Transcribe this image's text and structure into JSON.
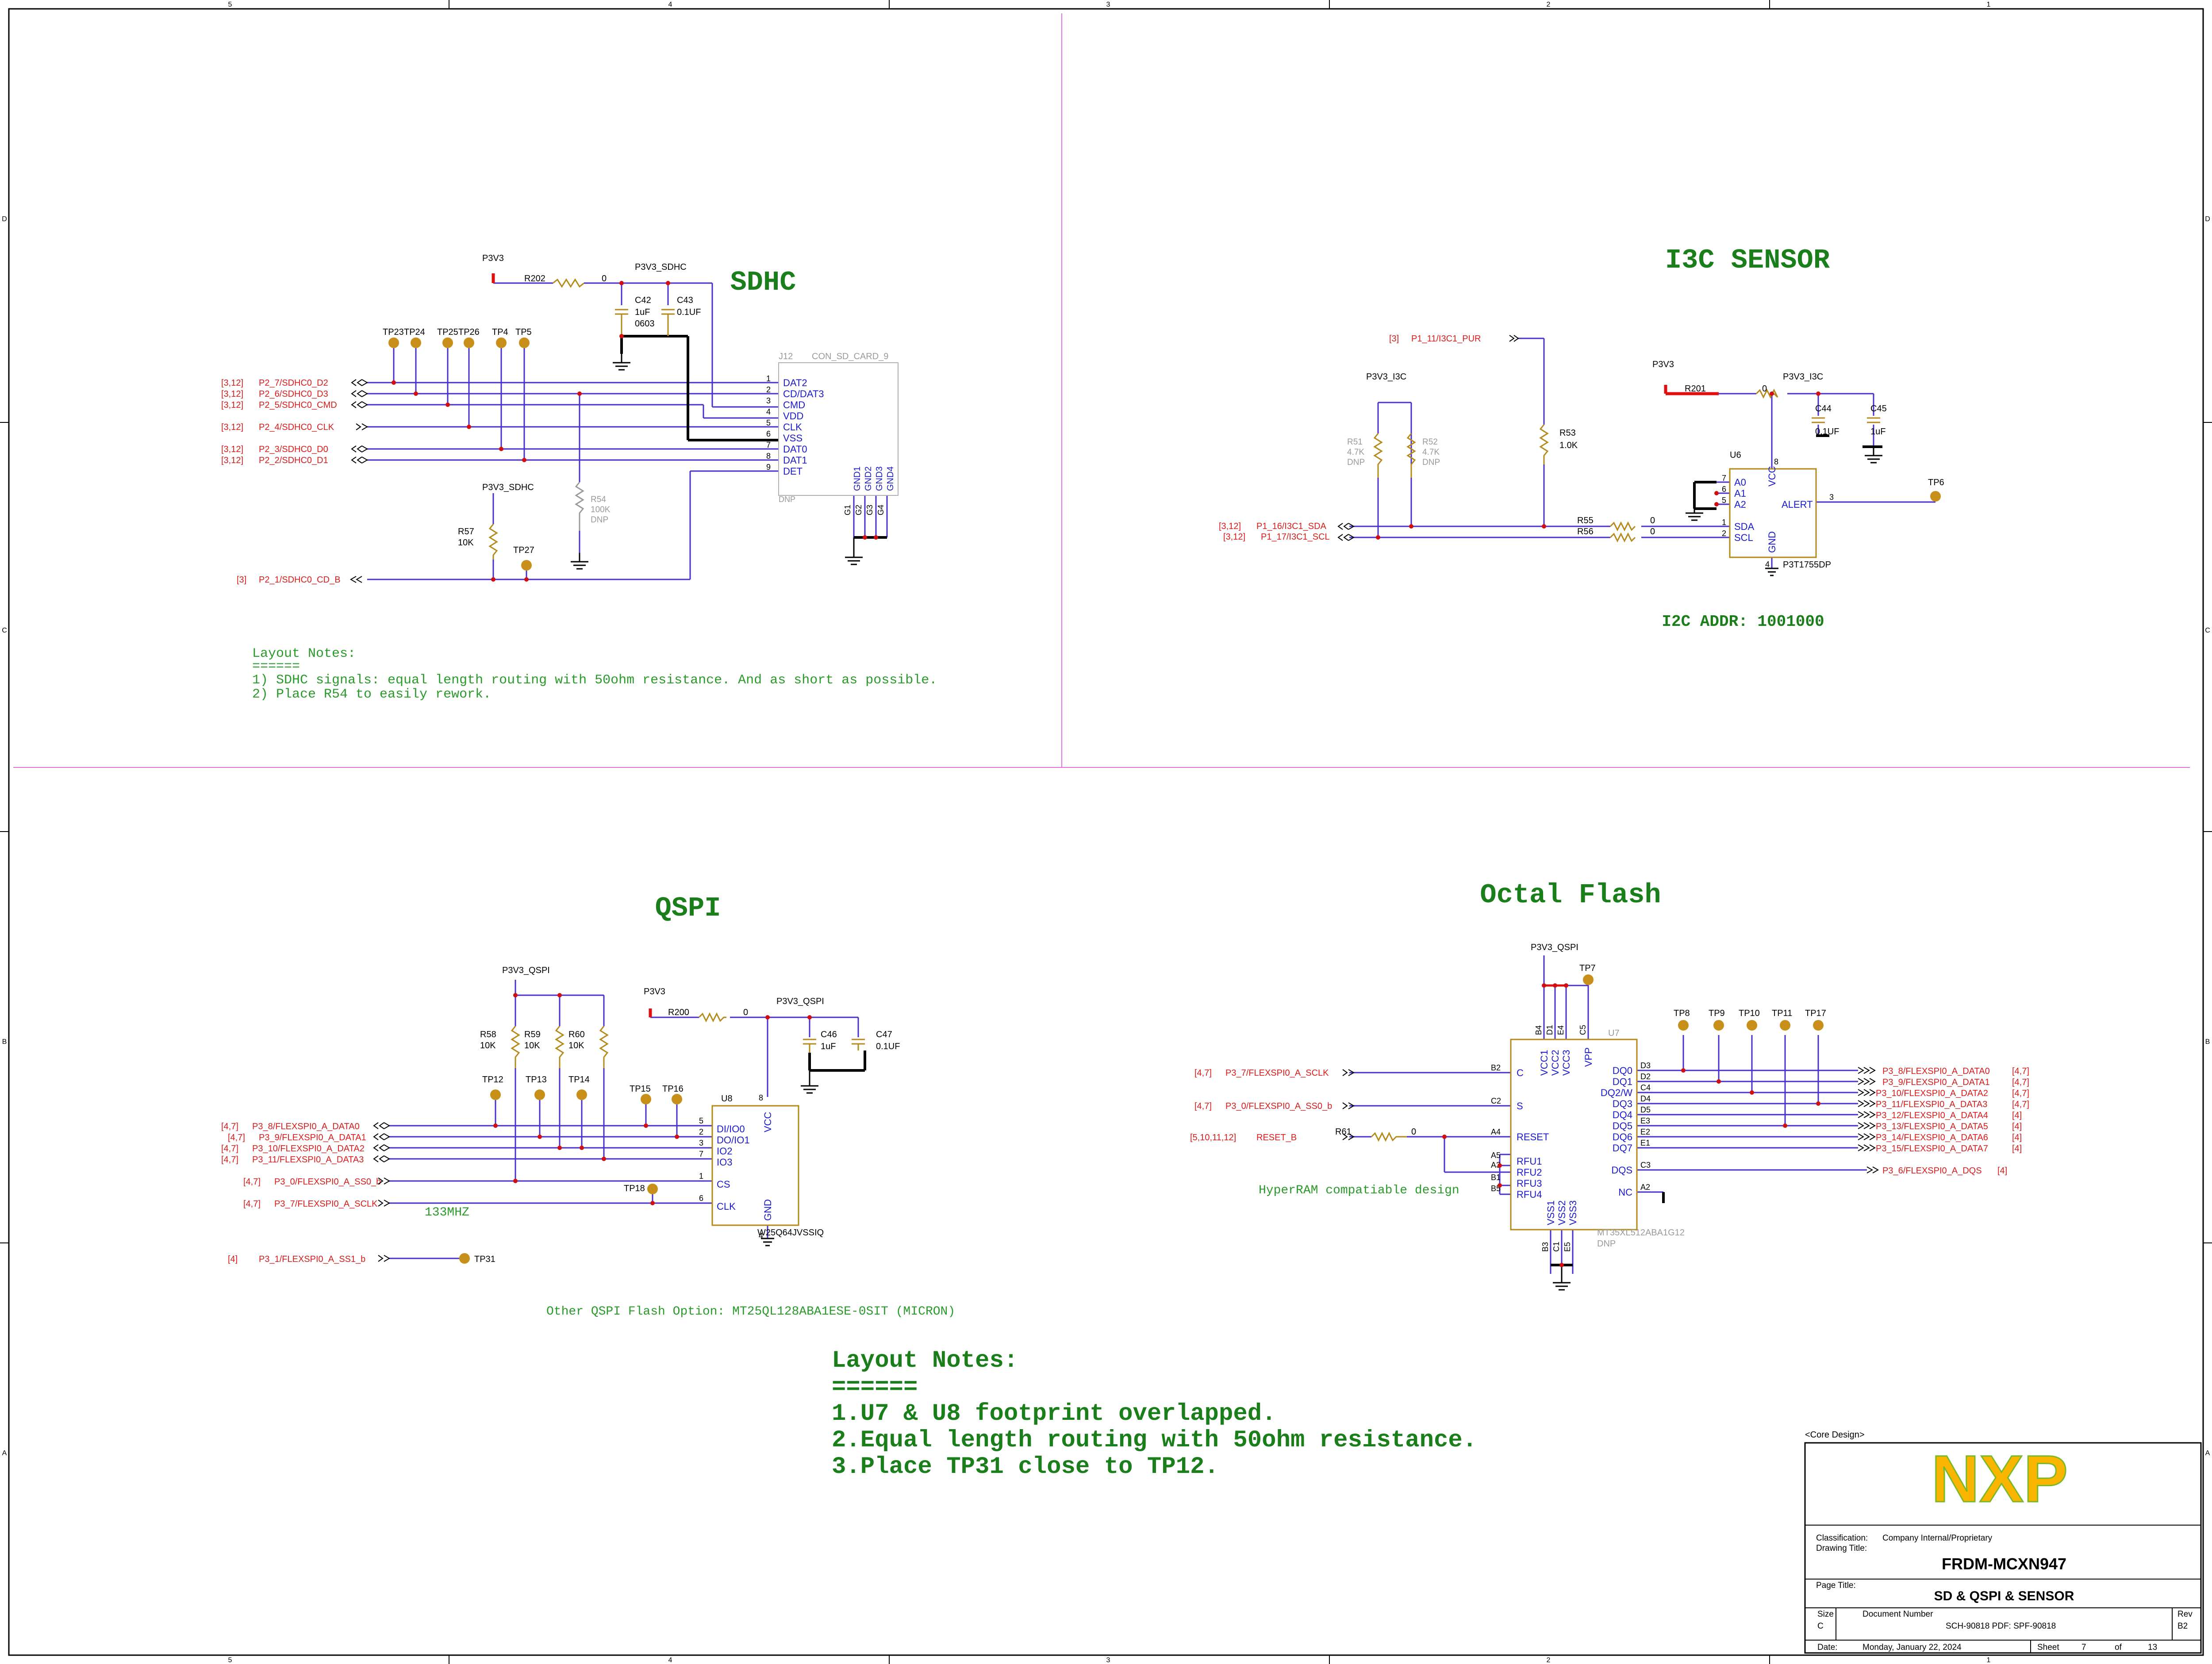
{
  "border": {
    "col_labels": [
      "5",
      "4",
      "3",
      "2",
      "1"
    ],
    "row_labels": [
      "D",
      "C",
      "B",
      "A"
    ]
  },
  "sections": {
    "sdhc": "SDHC",
    "i3c": "I3C SENSOR",
    "qspi": "QSPI",
    "octal": "Octal Flash"
  },
  "sdhc": {
    "r202": {
      "ref": "R202",
      "val": "0"
    },
    "p3v3": "P3V3",
    "p3v3_sdhc": "P3V3_SDHC",
    "c42": {
      "ref": "C42",
      "val": "1uF",
      "fp": "0603"
    },
    "c43": {
      "ref": "C43",
      "val": "0.1UF"
    },
    "tps": [
      "TP23",
      "TP24",
      "TP25",
      "TP26",
      "TP4",
      "TP5"
    ],
    "connector": {
      "ref": "J12",
      "val": "CON_SD_CARD_9",
      "dnp": "DNP",
      "pins": [
        "DAT2",
        "CD/DAT3",
        "CMD",
        "VDD",
        "CLK",
        "VSS",
        "DAT0",
        "DAT1",
        "DET"
      ],
      "nums": [
        "1",
        "2",
        "3",
        "4",
        "5",
        "6",
        "7",
        "8",
        "9"
      ],
      "gnds": [
        "GND1",
        "GND2",
        "GND3",
        "GND4"
      ],
      "gpins": [
        "G1",
        "G2",
        "G3",
        "G4"
      ]
    },
    "nets": [
      {
        "ref": "[3,12]",
        "name": "P2_7/SDHC0_D2"
      },
      {
        "ref": "[3,12]",
        "name": "P2_6/SDHC0_D3"
      },
      {
        "ref": "[3,12]",
        "name": "P2_5/SDHC0_CMD"
      },
      {
        "ref": "[3,12]",
        "name": "P2_4/SDHC0_CLK"
      },
      {
        "ref": "[3,12]",
        "name": "P2_3/SDHC0_D0"
      },
      {
        "ref": "[3,12]",
        "name": "P2_2/SDHC0_D1"
      },
      {
        "ref": "[3]",
        "name": "P2_1/SDHC0_CD_B"
      }
    ],
    "r54": {
      "ref": "R54",
      "val": "100K",
      "dnp": "DNP"
    },
    "r57": {
      "ref": "R57",
      "val": "10K"
    },
    "tp27": "TP27",
    "notes": [
      "Layout Notes:",
      "======",
      "1) SDHC signals: equal length routing with 50ohm resistance. And as short as possible.",
      "2) Place R54 to easily rework."
    ]
  },
  "i3c": {
    "pur": {
      "ref": "[3]",
      "name": "P1_11/I3C1_PUR"
    },
    "p3v3_i3c": "P3V3_I3C",
    "p3v3": "P3V3",
    "r51": {
      "ref": "R51",
      "val": "4.7K",
      "dnp": "DNP"
    },
    "r52": {
      "ref": "R52",
      "val": "4.7K",
      "dnp": "DNP"
    },
    "r53": {
      "ref": "R53",
      "val": "1.0K"
    },
    "r201": {
      "ref": "R201",
      "val": "0"
    },
    "c44": {
      "ref": "C44",
      "val": "0.1UF"
    },
    "c45": {
      "ref": "C45",
      "val": "1uF"
    },
    "u6": {
      "ref": "U6",
      "part": "P3T1755DP",
      "pins": [
        "A0",
        "A1",
        "A2",
        "SDA",
        "SCL",
        "VCC",
        "GND",
        "ALERT"
      ],
      "nums": [
        "7",
        "6",
        "5",
        "1",
        "2",
        "8",
        "4",
        "3"
      ]
    },
    "r55": {
      "ref": "R55",
      "val": "0"
    },
    "r56": {
      "ref": "R56",
      "val": "0"
    },
    "nets": [
      {
        "ref": "[3,12]",
        "name": "P1_16/I3C1_SDA"
      },
      {
        "ref": "[3,12]",
        "name": "P1_17/I3C1_SCL"
      }
    ],
    "tp6": "TP6",
    "addr": "I2C ADDR: 1001000"
  },
  "qspi": {
    "p3v3_qspi": "P3V3_QSPI",
    "p3v3": "P3V3",
    "r58": {
      "ref": "R58",
      "val": "10K"
    },
    "r59": {
      "ref": "R59",
      "val": "10K"
    },
    "r60": {
      "ref": "R60",
      "val": "10K"
    },
    "r200": {
      "ref": "R200",
      "val": "0"
    },
    "c46": {
      "ref": "C46",
      "val": "1uF"
    },
    "c47": {
      "ref": "C47",
      "val": "0.1UF"
    },
    "tps": [
      "TP12",
      "TP13",
      "TP14",
      "TP15",
      "TP16",
      "TP18",
      "TP31"
    ],
    "u8": {
      "ref": "U8",
      "part": "W25Q64JVSSIQ",
      "pins": [
        "DI/IO0",
        "DO/IO1",
        "IO2",
        "IO3",
        "CS",
        "CLK",
        "VCC",
        "GND"
      ],
      "nums": [
        "5",
        "2",
        "3",
        "7",
        "1",
        "6",
        "8",
        "4"
      ]
    },
    "nets": [
      {
        "ref": "[4,7]",
        "name": "P3_8/FLEXSPI0_A_DATA0"
      },
      {
        "ref": "[4,7]",
        "name": "P3_9/FLEXSPI0_A_DATA1"
      },
      {
        "ref": "[4,7]",
        "name": "P3_10/FLEXSPI0_A_DATA2"
      },
      {
        "ref": "[4,7]",
        "name": "P3_11/FLEXSPI0_A_DATA3"
      },
      {
        "ref": "[4,7]",
        "name": "P3_0/FLEXSPI0_A_SS0_b"
      },
      {
        "ref": "[4,7]",
        "name": "P3_7/FLEXSPI0_A_SCLK"
      },
      {
        "ref": "[4]",
        "name": "P3_1/FLEXSPI0_A_SS1_b"
      }
    ],
    "freq": "133MHZ",
    "option": "Other QSPI Flash Option: MT25QL128ABA1ESE-0SIT (MICRON)"
  },
  "octal": {
    "p3v3_qspi": "P3V3_QSPI",
    "tp7": "TP7",
    "tps": [
      "TP8",
      "TP9",
      "TP10",
      "TP11",
      "TP17"
    ],
    "u7": {
      "ref": "U7",
      "part": "MT35XL512ABA1G12",
      "dnp": "DNP",
      "top": [
        "VCC1",
        "VCC2",
        "VCC3",
        "VPP"
      ],
      "topnum": [
        "B4",
        "D1",
        "E4",
        "C5"
      ],
      "left": [
        "C",
        "S",
        "RESET",
        "RFU1",
        "RFU2",
        "RFU3",
        "RFU4"
      ],
      "leftnum": [
        "B2",
        "C2",
        "A4",
        "A5",
        "A3",
        "B1",
        "B5"
      ],
      "right": [
        "DQ0",
        "DQ1",
        "DQ2/W",
        "DQ3",
        "DQ4",
        "DQ5",
        "DQ6",
        "DQ7",
        "DQS",
        "NC"
      ],
      "rightnum": [
        "D3",
        "D2",
        "C4",
        "D4",
        "D5",
        "E3",
        "E2",
        "E1",
        "C3",
        "A2"
      ],
      "bot": [
        "VSS1",
        "VSS2",
        "VSS3"
      ],
      "botnum": [
        "B3",
        "C1",
        "E5"
      ]
    },
    "left_nets": [
      {
        "ref": "[4,7]",
        "name": "P3_7/FLEXSPI0_A_SCLK"
      },
      {
        "ref": "[4,7]",
        "name": "P3_0/FLEXSPI0_A_SS0_b"
      },
      {
        "ref": "[5,10,11,12]",
        "name": "RESET_B"
      }
    ],
    "r61": {
      "ref": "R61",
      "val": "0"
    },
    "right_nets": [
      {
        "ref": "[4,7]",
        "name": "P3_8/FLEXSPI0_A_DATA0"
      },
      {
        "ref": "[4,7]",
        "name": "P3_9/FLEXSPI0_A_DATA1"
      },
      {
        "ref": "[4,7]",
        "name": "P3_10/FLEXSPI0_A_DATA2"
      },
      {
        "ref": "[4,7]",
        "name": "P3_11/FLEXSPI0_A_DATA3"
      },
      {
        "ref": "[4]",
        "name": "P3_12/FLEXSPI0_A_DATA4"
      },
      {
        "ref": "[4]",
        "name": "P3_13/FLEXSPI0_A_DATA5"
      },
      {
        "ref": "[4]",
        "name": "P3_14/FLEXSPI0_A_DATA6"
      },
      {
        "ref": "[4]",
        "name": "P3_15/FLEXSPI0_A_DATA7"
      },
      {
        "ref": "[4]",
        "name": "P3_6/FLEXSPI0_A_DQS"
      }
    ],
    "hyperram": "HyperRAM compatiable design"
  },
  "layout_notes": [
    "Layout Notes:",
    "======",
    "1.U7 & U8 footprint overlapped.",
    "2.Equal length routing with 50ohm resistance.",
    "3.Place TP31 close to TP12."
  ],
  "title_block": {
    "core": "<Core Design>",
    "logo": "NXP",
    "classification_label": "Classification:",
    "classification": "Company Internal/Proprietary",
    "drawing_title_label": "Drawing Title:",
    "drawing_title": "FRDM-MCXN947",
    "page_title_label": "Page Title:",
    "page_title": "SD & QSPI & SENSOR",
    "size_label": "Size",
    "size": "C",
    "doc_label": "Document Number",
    "doc": "SCH-90818 PDF: SPF-90818",
    "rev_label": "Rev",
    "rev": "B2",
    "date_label": "Date:",
    "date": "Monday, January 22, 2024",
    "sheet_label": "Sheet",
    "sheet": "7",
    "of_label": "of",
    "of": "13"
  },
  "colors": {
    "wire": "#4b2fc8",
    "net": "#d81b1b",
    "part": "#b58a1a",
    "header": "#1a7f1a",
    "pin": "#1a1acc",
    "dnp": "#9a9a9a",
    "bus": "#000000"
  }
}
